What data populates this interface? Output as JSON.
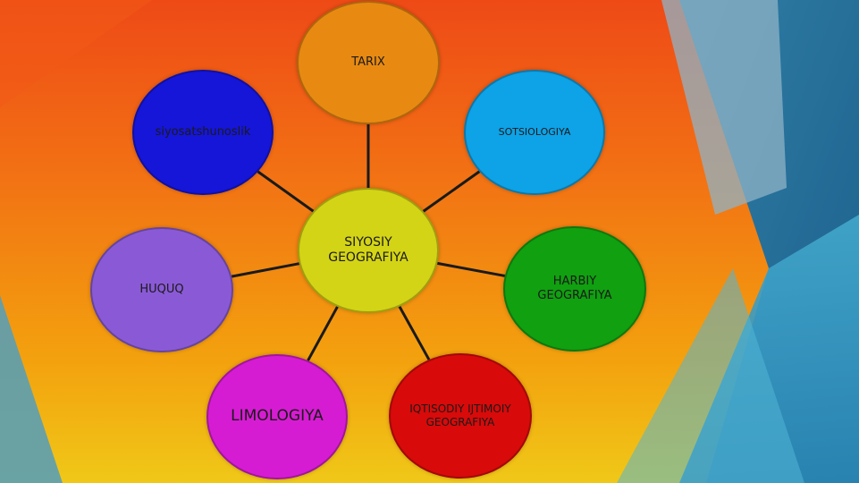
{
  "diagram": {
    "center": {
      "id": "center",
      "label": "SIYOSIY\nGEOGRAFIYA",
      "color": "#d4d416"
    },
    "nodes": [
      {
        "id": "tarix",
        "label": "TARIX",
        "color": "#e88a12"
      },
      {
        "id": "sotsiologiya",
        "label": "SOTSIOLOGIYA",
        "color": "#0ea2e6"
      },
      {
        "id": "harbiy",
        "label": "HARBIY\nGEOGRAFIYA",
        "color": "#10a010"
      },
      {
        "id": "iqtisodiy",
        "label": "IQTISODIY IJTIMOIY\nGEOGRAFIYA",
        "color": "#d80a0a"
      },
      {
        "id": "limologiya",
        "label": "LIMOLOGIYA",
        "color": "#d61cd2"
      },
      {
        "id": "huquq",
        "label": "HUQUQ",
        "color": "#8a5ad6"
      },
      {
        "id": "siyosatshunoslik",
        "label": "siyosatshunoslik",
        "color": "#1616d8"
      }
    ],
    "connector_color": "#1a1a1a"
  }
}
